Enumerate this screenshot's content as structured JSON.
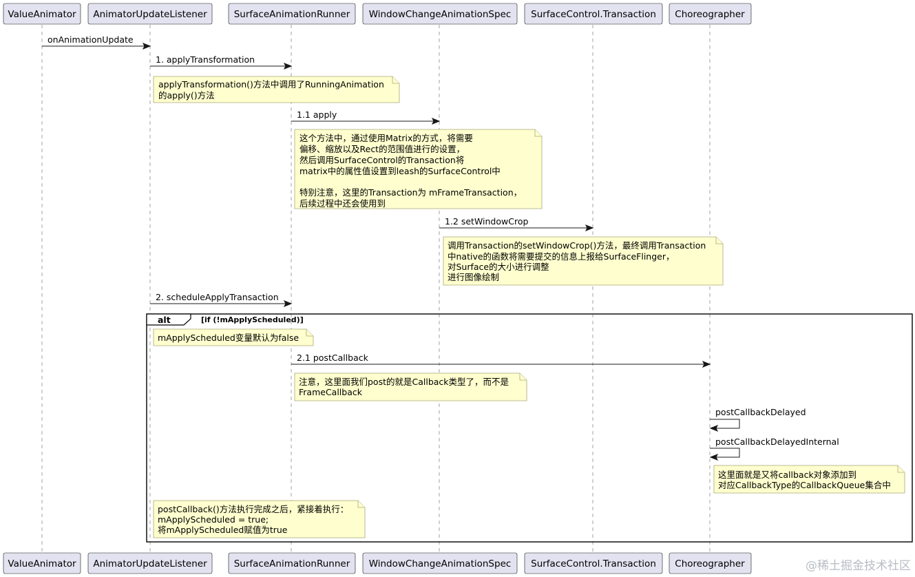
{
  "participants": [
    "ValueAnimator",
    "AnimatorUpdateListener",
    "SurfaceAnimationRunner",
    "WindowChangeAnimationSpec",
    "SurfaceControl.Transaction",
    "Choreographer"
  ],
  "messages": [
    {
      "label": "onAnimationUpdate",
      "from": 0,
      "to": 1
    },
    {
      "label": "1. applyTransformation",
      "from": 1,
      "to": 2
    },
    {
      "label": "1.1 apply",
      "from": 2,
      "to": 3
    },
    {
      "label": "1.2 setWindowCrop",
      "from": 3,
      "to": 4
    },
    {
      "label": "2. scheduleApplyTransaction",
      "from": 1,
      "to": 2
    },
    {
      "label": "2.1 postCallback",
      "from": 2,
      "to": 5
    },
    {
      "label": "postCallbackDelayed",
      "from": 5,
      "to": 5
    },
    {
      "label": "postCallbackDelayedInternal",
      "from": 5,
      "to": 5
    }
  ],
  "notes": [
    {
      "lines": [
        "applyTransformation()方法中调用了RunningAnimation",
        "的apply()方法"
      ]
    },
    {
      "lines": [
        "这个方法中，通过使用Matrix的方式，将需要",
        "偏移、缩放以及Rect的范围值进行的设置，",
        "然后调用SurfaceControl的Transaction将",
        "matrix中的属性值设置到leash的SurfaceControl中",
        "",
        "特别注意，这里的Transaction为 mFrameTransaction，",
        "后续过程中还会使用到"
      ]
    },
    {
      "lines": [
        "调用Transaction的setWindowCrop()方法，最终调用Transaction",
        "中native的函数将需要提交的信息上报给SurfaceFlinger，",
        "对Surface的大小进行调整",
        "进行图像绘制"
      ]
    },
    {
      "lines": [
        "mApplyScheduled变量默认为false"
      ]
    },
    {
      "lines": [
        "注意，这里面我们post的就是Callback类型了，而不是",
        "FrameCallback"
      ]
    },
    {
      "lines": [
        "这里面就是又将callback对象添加到",
        "对应CallbackType的CallbackQueue集合中"
      ]
    },
    {
      "lines": [
        "postCallback()方法执行完成之后，紧接着执行：",
        "mApplyScheduled = true;",
        "将mApplyScheduled赋值为true"
      ]
    }
  ],
  "alt_frame": {
    "label": "alt",
    "guard": "[if (!mApplyScheduled)]"
  },
  "watermark": "@稀土掘金技术社区"
}
